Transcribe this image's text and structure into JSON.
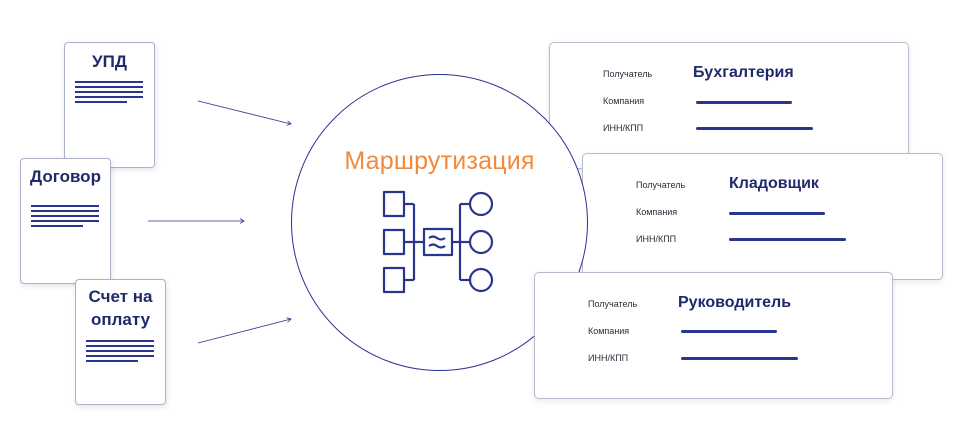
{
  "documents": [
    {
      "title": "УПД"
    },
    {
      "title": "Договор"
    },
    {
      "title": "Счет на оплату",
      "title_line1": "Счет на",
      "title_line2": "оплату"
    }
  ],
  "hub": {
    "title": "Маршрутизация"
  },
  "cards": [
    {
      "recipient_label": "Получатель",
      "recipient": "Бухгалтерия",
      "company_label": "Компания",
      "inn_label": "ИНН/КПП"
    },
    {
      "recipient_label": "Получатель",
      "recipient": "Кладовщик",
      "company_label": "Компания",
      "inn_label": "ИНН/КПП"
    },
    {
      "recipient_label": "Получатель",
      "recipient": "Руководитель",
      "company_label": "Компания",
      "inn_label": "ИНН/КПП"
    }
  ],
  "colors": {
    "accent": "#f08a3c",
    "primary": "#2a3590",
    "text": "#1f2a6b"
  }
}
